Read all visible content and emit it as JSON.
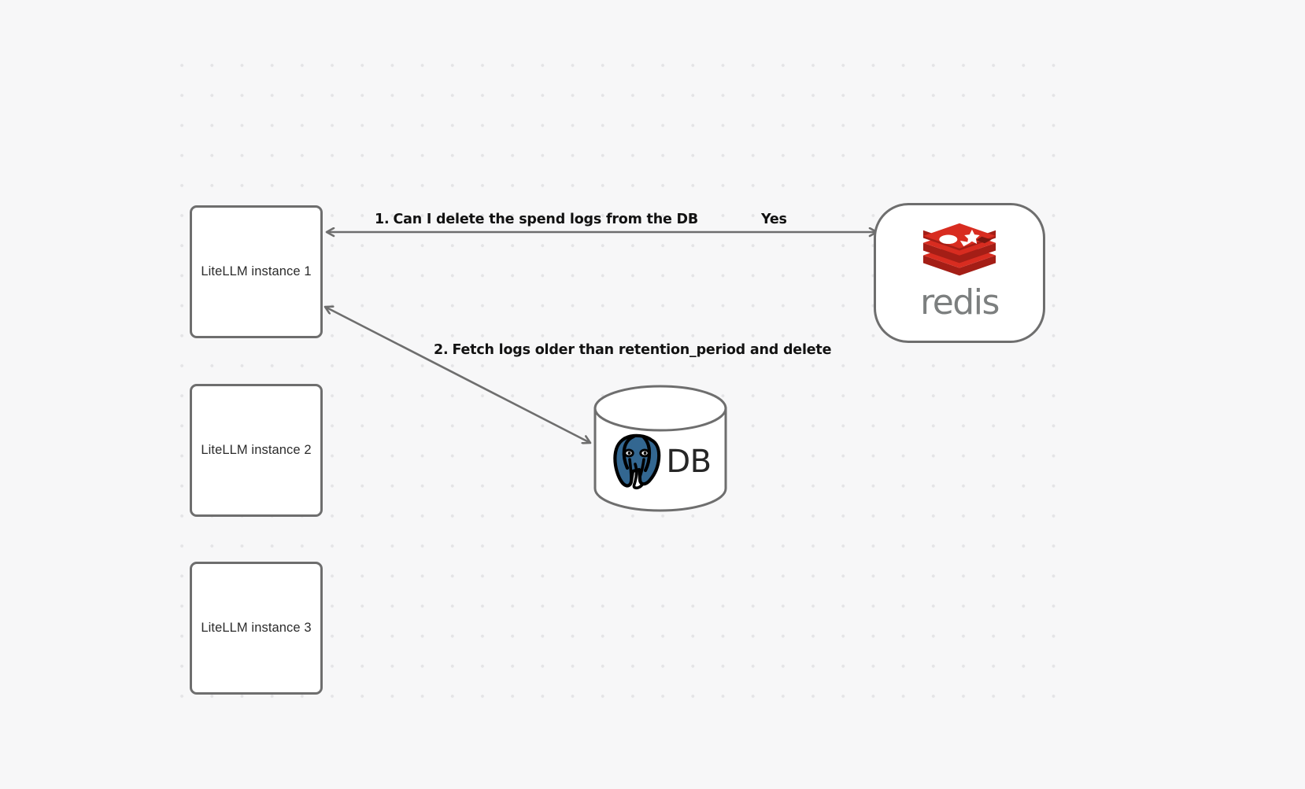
{
  "canvas": {
    "background_color": "#f7f7f8",
    "grid": "dot-grid",
    "grid_dot_color": "#e4e4e6"
  },
  "nodes": [
    {
      "id": "litellm-1",
      "label": "LiteLLM instance 1",
      "shape": "rounded-rect",
      "border_color": "#6e6e6e",
      "fill": "#ffffff"
    },
    {
      "id": "litellm-2",
      "label": "LiteLLM instance 2",
      "shape": "rounded-rect",
      "border_color": "#6e6e6e",
      "fill": "#ffffff"
    },
    {
      "id": "litellm-3",
      "label": "LiteLLM instance 3",
      "shape": "rounded-rect",
      "border_color": "#6e6e6e",
      "fill": "#ffffff"
    },
    {
      "id": "redis",
      "label": "redis",
      "icon": "redis-logo-icon",
      "shape": "stadium",
      "border_color": "#6e6e6e",
      "fill": "#ffffff",
      "logo_color": "#c9281f",
      "wordmark_color": "#7c7f7f"
    },
    {
      "id": "db",
      "label": "DB",
      "icon": "postgresql-elephant-icon",
      "shape": "cylinder",
      "border_color": "#6e6e6e",
      "fill": "#ffffff",
      "logo_color": "#336791"
    }
  ],
  "edges": [
    {
      "id": "edge-redis",
      "from": "litellm-1",
      "to": "redis",
      "direction": "bidirectional",
      "stroke": "#6e6e6e",
      "labels": [
        {
          "number": "1.",
          "text": "Can I delete the spend logs from the DB"
        },
        {
          "number": "",
          "text": "Yes"
        }
      ]
    },
    {
      "id": "edge-db",
      "from": "db",
      "to": "litellm-1",
      "direction": "bidirectional",
      "stroke": "#6e6e6e",
      "labels": [
        {
          "number": "2.",
          "text": "Fetch logs older than retention_period and delete"
        }
      ]
    }
  ],
  "labels": {
    "step1_number": "1.",
    "step1_text": "Can I delete the spend logs from the DB",
    "step1_reply": "Yes",
    "step2_number": "2.",
    "step2_text": "Fetch logs older than retention_period and delete"
  }
}
